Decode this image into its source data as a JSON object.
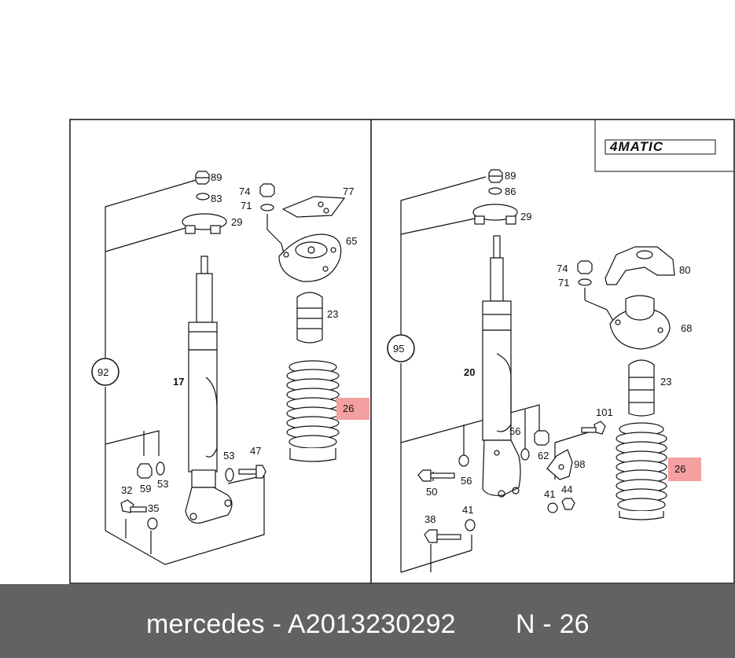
{
  "badge": "4MATIC",
  "left_panel": {
    "callout": "92",
    "labels": {
      "nut_top": "89",
      "washer_top": "83",
      "clamp": "29",
      "nut_mount": "74",
      "washer_mount": "71",
      "plate": "77",
      "mount": "65",
      "bumper": "23",
      "strut": "17",
      "boot": "26",
      "washer_lower": "53",
      "bolt_lower": "47",
      "nut_lower": "59",
      "washer_lower2": "53",
      "bolt_small": "32",
      "washer_small": "35"
    }
  },
  "right_panel": {
    "callout": "95",
    "labels": {
      "nut_top": "89",
      "washer_top": "86",
      "clamp": "29",
      "nut_mount": "74",
      "washer_mount": "71",
      "bracket": "80",
      "mount": "68",
      "bumper": "23",
      "strut": "20",
      "boot": "26",
      "nut_a": "56",
      "nut_b": "62",
      "bolt_a": "50",
      "washer_a": "56",
      "bolt_b": "101",
      "bracket_small": "98",
      "washer_c": "41",
      "nut_c": "44",
      "bolt_c": "38",
      "washer_d": "41"
    }
  },
  "footer": {
    "left": "mercedes - A2013230292",
    "right": "N - 26"
  }
}
